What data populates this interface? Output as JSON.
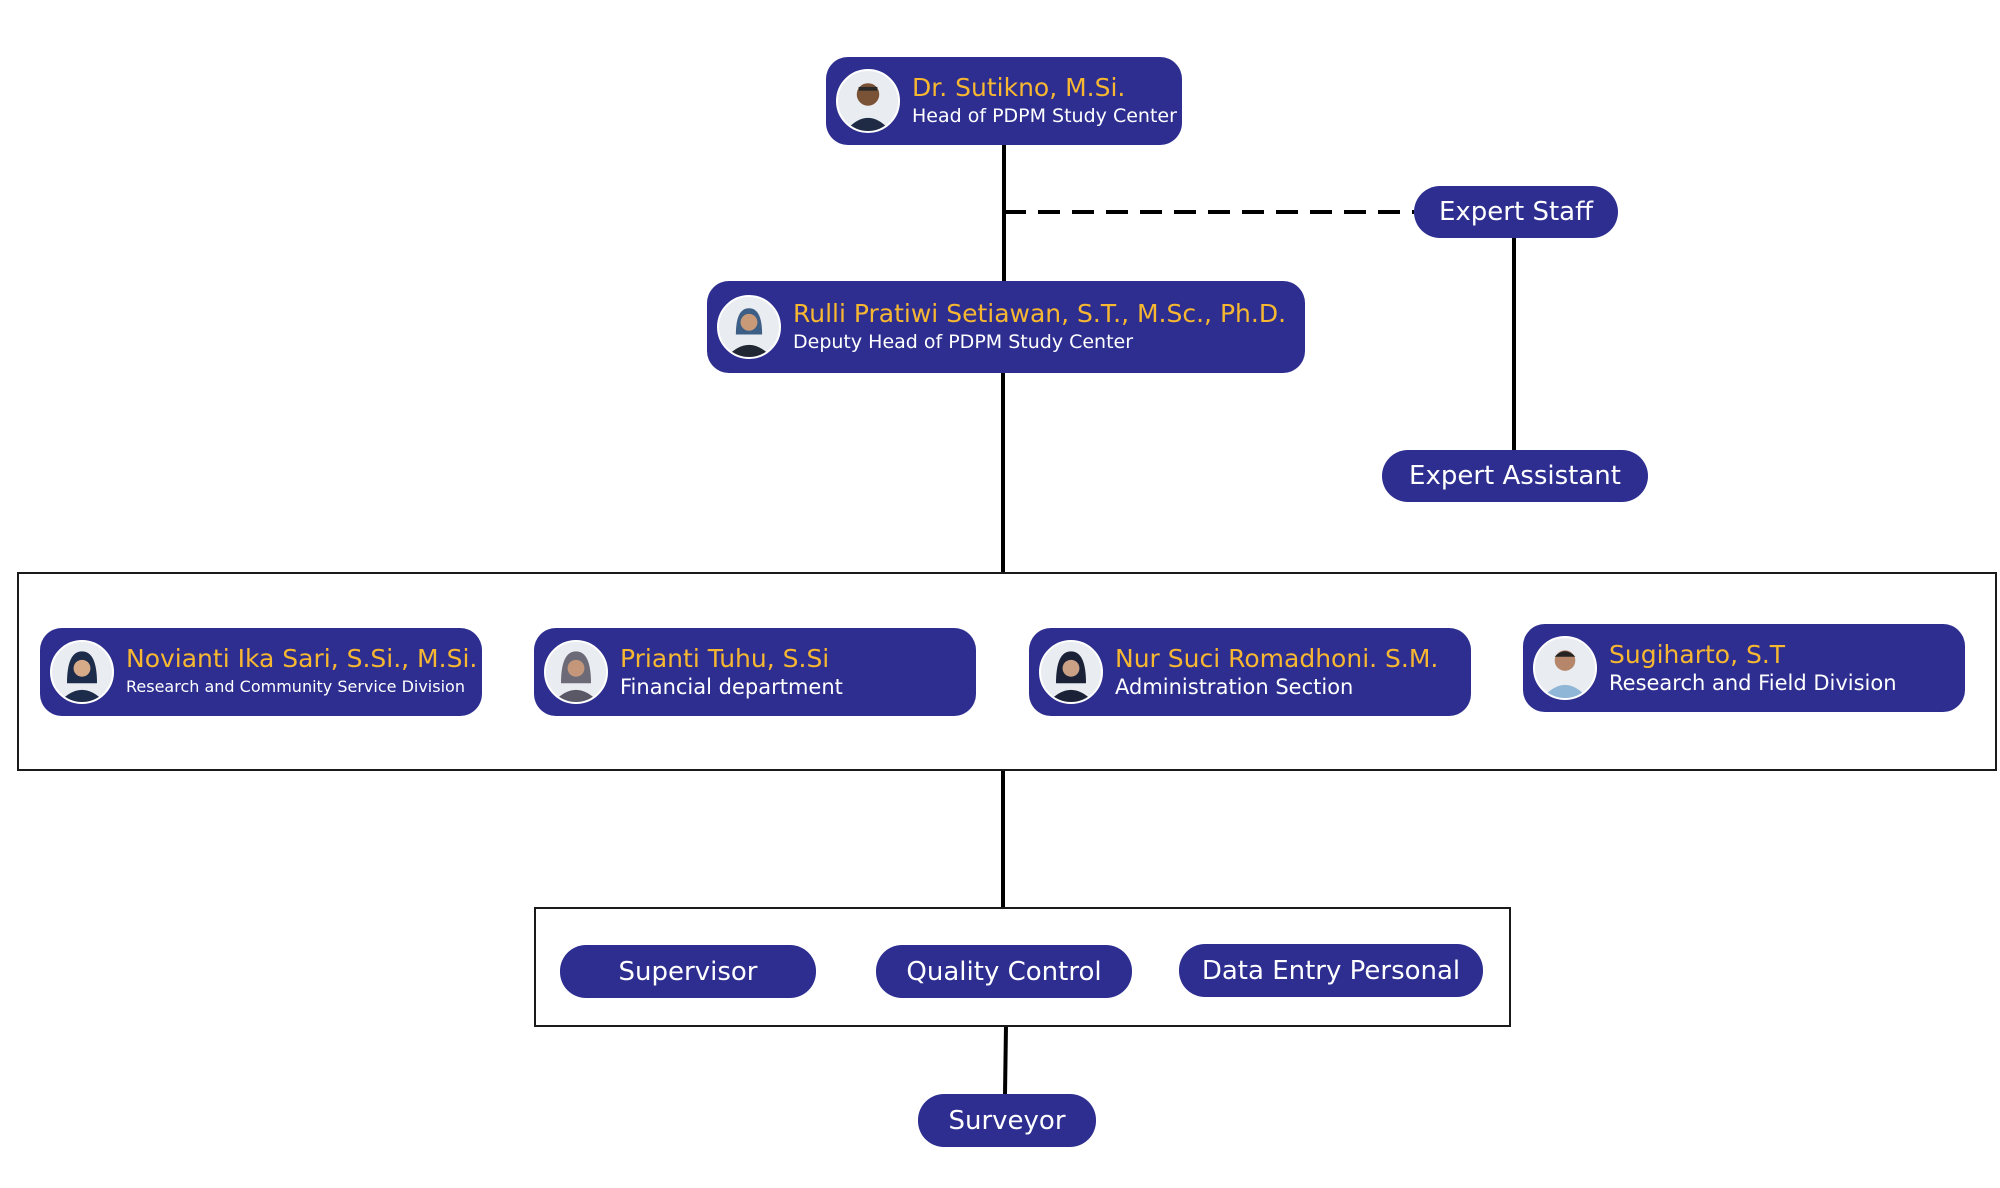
{
  "chart_data": {
    "type": "org-chart",
    "nodes": [
      {
        "id": "head",
        "name": "Dr. Sutikno, M.Si.",
        "role": "Head of PDPM Study Center"
      },
      {
        "id": "deputy",
        "name": "Rulli Pratiwi Setiawan, S.T., M.Sc., Ph.D.",
        "role": "Deputy Head of PDPM Study Center"
      },
      {
        "id": "expert_staff",
        "label": "Expert Staff"
      },
      {
        "id": "expert_assistant",
        "label": "Expert Assistant"
      },
      {
        "id": "research_community",
        "name": "Novianti Ika Sari, S.Si., M.Si.",
        "role": "Research and Community Service Division"
      },
      {
        "id": "financial",
        "name": "Prianti Tuhu, S.Si",
        "role": "Financial department"
      },
      {
        "id": "administration",
        "name": "Nur Suci Romadhoni. S.M.",
        "role": "Administration Section"
      },
      {
        "id": "research_field",
        "name": "Sugiharto, S.T",
        "role": "Research and Field Division"
      },
      {
        "id": "supervisor",
        "label": "Supervisor"
      },
      {
        "id": "quality_control",
        "label": "Quality Control"
      },
      {
        "id": "data_entry",
        "label": "Data Entry Personal"
      },
      {
        "id": "surveyor",
        "label": "Surveyor"
      }
    ],
    "edges": [
      {
        "from": "head",
        "to": "deputy",
        "style": "solid"
      },
      {
        "from": "head",
        "to": "expert_staff",
        "style": "dashed"
      },
      {
        "from": "expert_staff",
        "to": "expert_assistant",
        "style": "solid"
      },
      {
        "from": "deputy",
        "to": "division_group",
        "style": "solid"
      },
      {
        "from": "division_group",
        "to": "field_group",
        "style": "solid"
      },
      {
        "from": "field_group",
        "to": "surveyor",
        "style": "solid"
      }
    ],
    "groups": [
      {
        "id": "division_group",
        "members": [
          "research_community",
          "financial",
          "administration",
          "research_field"
        ]
      },
      {
        "id": "field_group",
        "members": [
          "supervisor",
          "quality_control",
          "data_entry"
        ]
      }
    ]
  },
  "colors": {
    "node_fill": "#2d2e90",
    "name_text": "#f7b731",
    "role_text": "#ffffff",
    "connector": "#000000",
    "frame_border": "#1a1a1a",
    "background": "#ffffff"
  }
}
